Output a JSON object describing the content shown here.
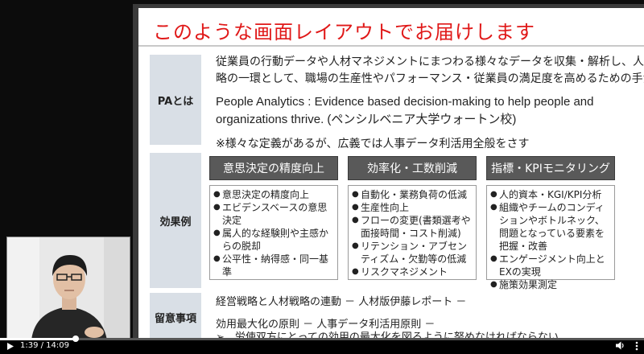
{
  "slide": {
    "title": "このような画面レイアウトでお届けします",
    "rows": [
      {
        "label": "PAとは"
      },
      {
        "label": "効果例"
      },
      {
        "label": "留意事項"
      }
    ],
    "pa_text_line1": "従業員の行動データや人材マネジメントにまつわる様々なデータを収集・解析し、人材戦",
    "pa_text_line2": "略の一環として、職場の生産性やパフォーマンス・従業員の満足度を高めるための手法",
    "pa_en_line1": "People Analytics  : Evidence based decision-making to help people and",
    "pa_en_line2": "organizations thrive.  (ペンシルベニア大学ウォートン校)",
    "pa_note": "※様々な定義があるが、広義では人事データ利活用全般をさす",
    "categories": [
      {
        "title": "意思決定の精度向上",
        "items": [
          "意思決定の精度向上",
          "エビデンスベースの意思決定",
          "属人的な経験則や主感からの脱却",
          "公平性・納得感・同一基準"
        ]
      },
      {
        "title": "効率化・工数削減",
        "items": [
          "自動化・業務負荷の低減",
          "生産性向上",
          "フローの変更(書類選考や面接時間・コスト削減)",
          "リテンション・アブセンティズム・欠勤等の低減",
          "リスクマネジメント"
        ]
      },
      {
        "title": "指標・KPIモニタリング",
        "items": [
          "人的資本・KGI/KPI分析",
          "組織やチームのコンディションやボトルネック、問題となっている要素を把握・改善",
          "エンゲージメント向上とEXの実現",
          "施策効果測定"
        ]
      }
    ],
    "notes_line1": "経営戦略と人材戦略の連動 － 人材版伊藤レポート －",
    "notes_line2": "効用最大化の原則 － 人事データ利活用原則 －",
    "notes_line3": "➢　労使双方にとっての効用の最大化を図るように努めなければならない"
  },
  "player": {
    "time": "1:39 / 14:09",
    "progress": 0.117,
    "play_icon": "play-icon",
    "volume_icon": "volume-icon",
    "more_icon": "more-icon"
  },
  "colors": {
    "title_red": "#e01818",
    "label_bg": "#d9dfe6",
    "category_bg": "#595959"
  }
}
